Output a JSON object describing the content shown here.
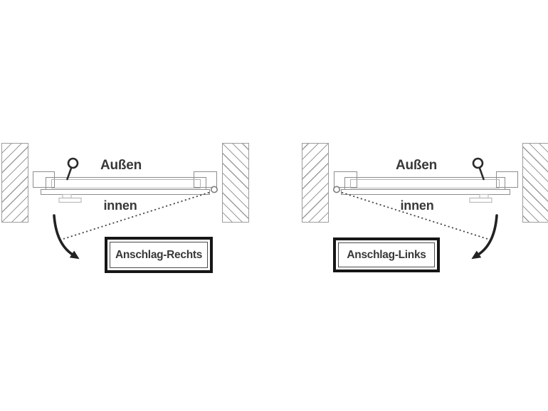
{
  "colors": {
    "background": "#ffffff",
    "outline_gray": "#8d8d8d",
    "hatch_gray": "#9c9c9c",
    "light_gray": "#bcbcbc",
    "ink_dark": "#2a2a2a",
    "dotted_line": "#4d4d4d",
    "box_border": "#161616",
    "text": "#383838"
  },
  "icons": {
    "key": "key-icon",
    "hinge_pivot": "hinge-pivot-icon",
    "swing_arrow": "swing-arrow-icon"
  },
  "panels": [
    {
      "id": "anschlag-rechts",
      "outside_label": "Außen",
      "inside_label": "innen",
      "hinge_side_label": "Anschlag-Rechts"
    },
    {
      "id": "anschlag-links",
      "outside_label": "Außen",
      "inside_label": "innen",
      "hinge_side_label": "Anschlag-Links"
    }
  ]
}
